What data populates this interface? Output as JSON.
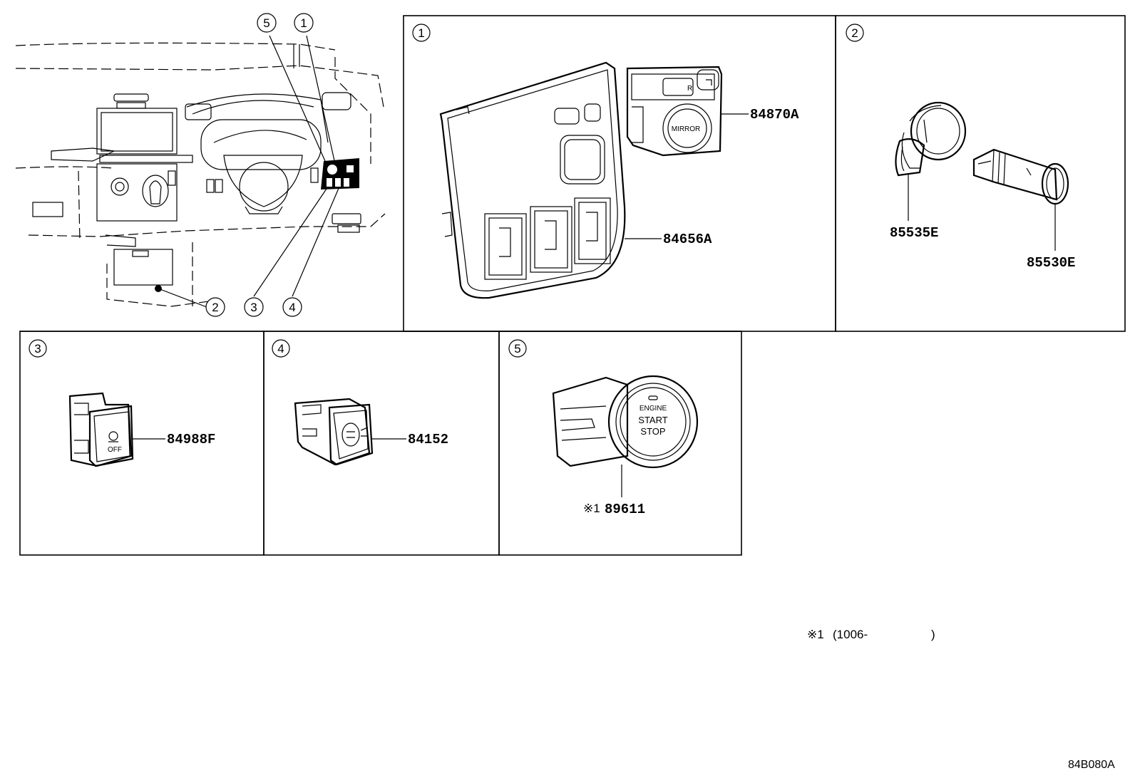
{
  "callouts": {
    "c1": "1",
    "c2": "2",
    "c3": "3",
    "c4": "4",
    "c5": "5"
  },
  "parts": {
    "p84870A": "84870A",
    "p84656A": "84656A",
    "p85535E": "85535E",
    "p85530E": "85530E",
    "p84988F": "84988F",
    "p84152": "84152",
    "p89611": "89611",
    "p89611_note": "※1"
  },
  "labels": {
    "mirror": "MIRROR",
    "r": "R",
    "engine": "ENGINE",
    "start": "START",
    "stop": "STOP",
    "off": "OFF"
  },
  "note": {
    "marker": "※1",
    "range": "(1006-",
    "close": ")"
  },
  "diagram_id": "84B080A"
}
